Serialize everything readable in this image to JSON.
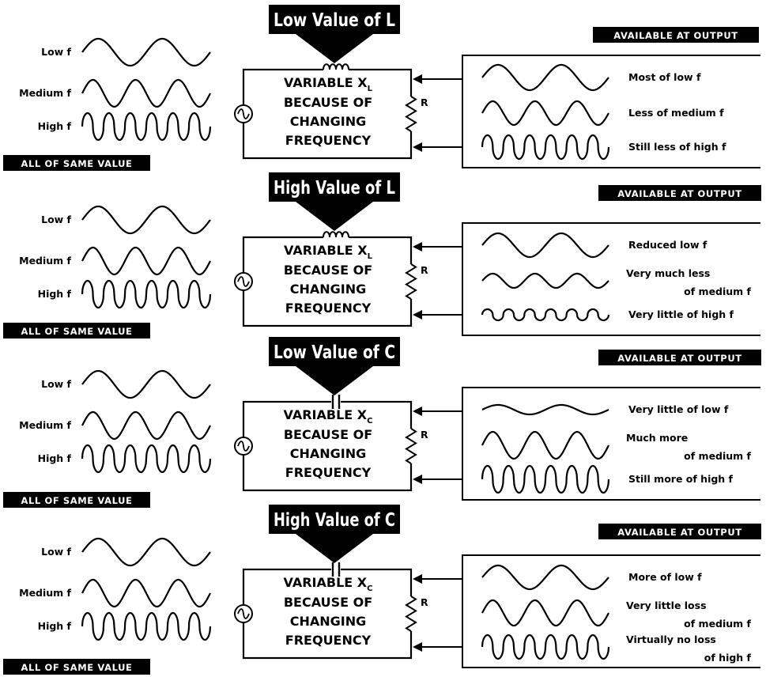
{
  "input_labels": {
    "low": "Low f",
    "medium": "Medium f",
    "high": "High f",
    "same_value": "ALL OF SAME VALUE"
  },
  "output_tag": "AVAILABLE AT OUTPUT",
  "resistor_label": "R",
  "panels": [
    {
      "banner": "Low Value of L",
      "component": "inductor",
      "box_lines": [
        "VARIABLE X",
        "L",
        "BECAUSE OF",
        "CHANGING",
        "FREQUENCY"
      ],
      "outputs": [
        {
          "lines": [
            "Most of  low f"
          ],
          "wave": "low",
          "level": "large"
        },
        {
          "lines": [
            "Less of medium f"
          ],
          "wave": "medium",
          "level": "medium"
        },
        {
          "lines": [
            "Still less of high f"
          ],
          "wave": "high",
          "level": "small"
        }
      ]
    },
    {
      "banner": "High Value of L",
      "component": "inductor",
      "box_lines": [
        "VARIABLE X",
        "L",
        "BECAUSE OF",
        "CHANGING",
        "FREQUENCY"
      ],
      "outputs": [
        {
          "lines": [
            "Reduced low f"
          ],
          "wave": "low",
          "level": "reduced"
        },
        {
          "lines": [
            "Very much less",
            "of medium f"
          ],
          "wave": "medium",
          "level": "very much less"
        },
        {
          "lines": [
            "Very little of high f"
          ],
          "wave": "high",
          "level": "very little"
        }
      ]
    },
    {
      "banner": "Low Value of C",
      "component": "capacitor",
      "box_lines": [
        "VARIABLE X",
        "C",
        "BECAUSE OF",
        "CHANGING",
        "FREQUENCY"
      ],
      "outputs": [
        {
          "lines": [
            "Very little of low f"
          ],
          "wave": "low",
          "level": "very little"
        },
        {
          "lines": [
            "Much more",
            "of medium f"
          ],
          "wave": "medium",
          "level": "much more"
        },
        {
          "lines": [
            "Still more of high f"
          ],
          "wave": "high",
          "level": "still more"
        }
      ]
    },
    {
      "banner": "High Value of C",
      "component": "capacitor",
      "box_lines": [
        "VARIABLE X",
        "C",
        "BECAUSE OF",
        "CHANGING",
        "FREQUENCY"
      ],
      "outputs": [
        {
          "lines": [
            "More of low f"
          ],
          "wave": "low",
          "level": "more"
        },
        {
          "lines": [
            "Very little loss",
            "of medium f"
          ],
          "wave": "medium",
          "level": "very little loss"
        },
        {
          "lines": [
            "Virtually no loss",
            "of high f"
          ],
          "wave": "high",
          "level": "virtually no loss"
        }
      ]
    }
  ]
}
